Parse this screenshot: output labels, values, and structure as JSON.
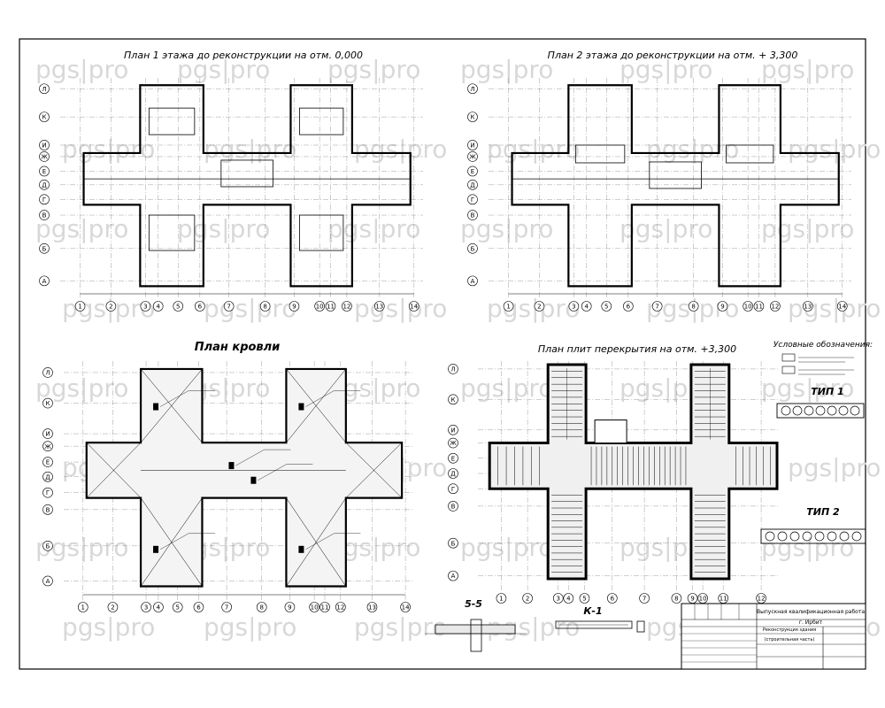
{
  "watermark": "pgs|pro",
  "sheet": {
    "plan1_title": "План 1 этажа до реконструкции на отм. 0,000",
    "plan2_title": "План 2 этажа до реконструкции на отм. + 3,300",
    "roof_title": "План кровли",
    "slab_title": "План плит перекрытия на отм. +3,300",
    "legend_title": "Условные обозначения:",
    "type1": "ТИП 1",
    "type2": "ТИП 2",
    "section": "5-5",
    "k1": "К-1"
  },
  "axes": {
    "rows": [
      "Л",
      "К",
      "И",
      "Ж",
      "Е",
      "Д",
      "Г",
      "В",
      "Б",
      "А"
    ],
    "cols": [
      "1",
      "2",
      "3",
      "4",
      "5",
      "6",
      "7",
      "8",
      "9",
      "10",
      "11",
      "12",
      "13",
      "14"
    ]
  },
  "stamp": {
    "title1": "Выпускная квалификационная работа",
    "title2": "Реконструкция здания",
    "title3": "(строительная часть)",
    "city": "г. Ирбит"
  }
}
